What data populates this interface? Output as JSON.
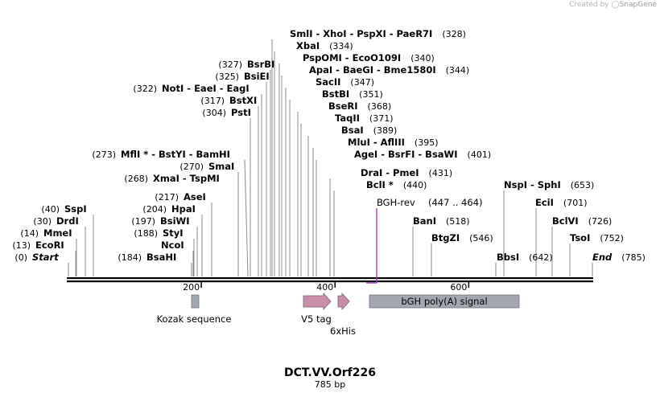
{
  "credit": {
    "prefix": "Created by",
    "brand": "SnapGene"
  },
  "sequence": {
    "name": "DCT.VV.Orf226",
    "length_label": "785 bp",
    "length": 785
  },
  "axis": {
    "ticks": [
      {
        "label": "200"
      },
      {
        "label": "400"
      },
      {
        "label": "600"
      }
    ]
  },
  "sites": [
    {
      "name": "Start",
      "pos": "(0)",
      "italic": true
    },
    {
      "name": "EcoRI",
      "pos": "(13)"
    },
    {
      "name": "MmeI",
      "pos": "(14)"
    },
    {
      "name": "DrdI",
      "pos": "(30)"
    },
    {
      "name": "SspI",
      "pos": "(40)"
    },
    {
      "name": "BsaHI",
      "pos": "(184)"
    },
    {
      "name": "NcoI",
      "pos": ""
    },
    {
      "name": "StyI",
      "pos": "(188)"
    },
    {
      "name": "BsiWI",
      "pos": "(197)"
    },
    {
      "name": "HpaI",
      "pos": "(204)"
    },
    {
      "name": "AseI",
      "pos": "(217)"
    },
    {
      "name": "XmaI  -  TspMI",
      "pos": "(268)"
    },
    {
      "name": "SmaI",
      "pos": "(270)"
    },
    {
      "name": "MflI *  -  BstYI  -  BamHI",
      "pos": "(273)"
    },
    {
      "name": "PstI",
      "pos": "(304)"
    },
    {
      "name": "BstXI",
      "pos": "(317)"
    },
    {
      "name": "NotI  -  EaeI  -  EagI",
      "pos": "(322)"
    },
    {
      "name": "BsiEI",
      "pos": "(325)"
    },
    {
      "name": "BsrBI",
      "pos": "(327)"
    },
    {
      "name": "SmlI  -  XhoI  -  PspXI  -  PaeR7I",
      "pos": "(328)"
    },
    {
      "name": "XbaI",
      "pos": "(334)"
    },
    {
      "name": "PspOMI  -  EcoO109I",
      "pos": "(340)"
    },
    {
      "name": "ApaI  -  BaeGI  -  Bme1580I",
      "pos": "(344)"
    },
    {
      "name": "SacII",
      "pos": "(347)"
    },
    {
      "name": "BstBI",
      "pos": "(351)"
    },
    {
      "name": "BseRI",
      "pos": "(368)"
    },
    {
      "name": "TaqII",
      "pos": "(371)"
    },
    {
      "name": "BsaI",
      "pos": "(389)"
    },
    {
      "name": "MluI  -  AflIII",
      "pos": "(395)"
    },
    {
      "name": "AgeI  -  BsrFI  -  BsaWI",
      "pos": "(401)"
    },
    {
      "name": "DraI  -  PmeI",
      "pos": "(431)"
    },
    {
      "name": "BclI *",
      "pos": "(440)"
    },
    {
      "name": "BanI",
      "pos": "(518)"
    },
    {
      "name": "BtgZI",
      "pos": "(546)"
    },
    {
      "name": "BbsI",
      "pos": "(642)"
    },
    {
      "name": "NspI  -  SphI",
      "pos": "(653)"
    },
    {
      "name": "EciI",
      "pos": "(701)"
    },
    {
      "name": "BclVI",
      "pos": "(726)"
    },
    {
      "name": "TsoI",
      "pos": "(752)"
    },
    {
      "name": "End",
      "pos": "(785)",
      "italic": true
    }
  ],
  "primer": {
    "name": "BGH-rev",
    "range": "(447 .. 464)",
    "color": "#9b30c8"
  },
  "features": [
    {
      "name": "Kozak sequence",
      "type": "box",
      "color": "#a3a8b0"
    },
    {
      "name": "V5 tag",
      "type": "arrow",
      "color": "#c98fa8"
    },
    {
      "name": "6xHis",
      "type": "arrow",
      "color": "#c98fa8"
    },
    {
      "name": "bGH poly(A) signal",
      "type": "box",
      "color": "#a3a8b0"
    }
  ]
}
